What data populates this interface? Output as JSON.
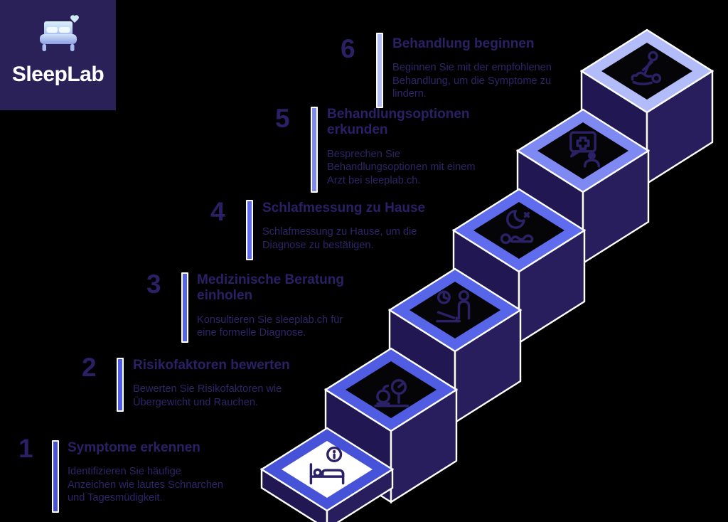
{
  "logo": {
    "brand": "SleepLab",
    "icon": "bed-heart-icon"
  },
  "colors": {
    "background": "#000000",
    "logo_box": "#2a2158",
    "heading_text": "#2b2065",
    "body_text": "#2e2468",
    "block_left": "#211853",
    "block_right": "#281e5e",
    "tile_fill": "#050507",
    "step_one_tile_fill": "#ffffff",
    "outline": "#ffffff",
    "icon_stroke": "#2b2166"
  },
  "steps": [
    {
      "number": "1",
      "title": "Symptome erkennen",
      "description": "Identifizieren Sie häufige\nAnzeichen wie lautes Schnarchen\nund Tagesmüdigkeit.",
      "icon": "bed-info-icon",
      "accent": "#4653d8"
    },
    {
      "number": "2",
      "title": "Risikofaktoren bewerten",
      "description": "Bewerten Sie Risikofaktoren wie\nÜbergewicht und Rauchen.",
      "icon": "apple-scale-icon",
      "accent": "#505de2"
    },
    {
      "number": "3",
      "title": "Medizinische Beratung\neinholen",
      "description": "Konsultieren Sie sleeplab.ch für\neine formelle Diagnose.",
      "icon": "clock-consultation-icon",
      "accent": "#5765e8"
    },
    {
      "number": "4",
      "title": "Schlafmessung zu Hause",
      "description": "Schlafmessung zu Hause, um die\nDiagnose zu bestätigen.",
      "icon": "moon-sleeper-icon",
      "accent": "#5f6cee"
    },
    {
      "number": "5",
      "title": "Behandlungsoptionen\nerkunden",
      "description": "Besprechen Sie\nBehandlungsoptionen mit einem\nArzt bei sleeplab.ch.",
      "icon": "medical-chat-icon",
      "accent": "#7e8af2"
    },
    {
      "number": "6",
      "title": "Behandlung beginnen",
      "description": "Beginnen Sie mit der empfohlenen\nBehandlung, um die Symptome zu\nlindern.",
      "icon": "treatment-massage-icon",
      "accent": "#b2bcf8"
    }
  ]
}
